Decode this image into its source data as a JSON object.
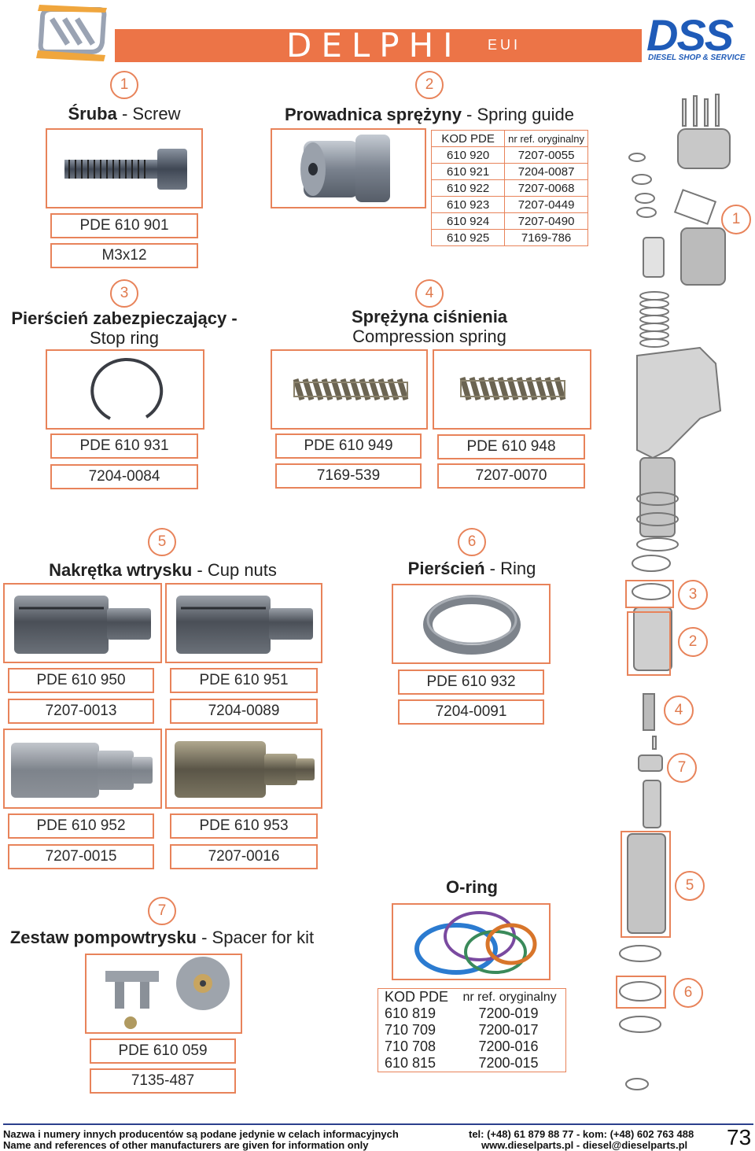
{
  "header": {
    "brand": "DELPHI",
    "subtitle": "EUI",
    "right_logo": "DSS",
    "right_logo_sub": "DIESEL SHOP & SERVICE"
  },
  "sec1": {
    "num": "1",
    "title_bold": "Śruba",
    "title_rest": " - Screw",
    "code": "PDE 610 901",
    "size": "M3x12"
  },
  "sec2": {
    "num": "2",
    "title_bold": "Prowadnica sprężyny",
    "title_rest": " - Spring guide",
    "table": {
      "headers": [
        "KOD PDE",
        "nr ref. oryginalny"
      ],
      "rows": [
        [
          "610 920",
          "7207-0055"
        ],
        [
          "610 921",
          "7204-0087"
        ],
        [
          "610 922",
          "7207-0068"
        ],
        [
          "610 923",
          "7207-0449"
        ],
        [
          "610 924",
          "7207-0490"
        ],
        [
          "610 925",
          "7169-786"
        ]
      ]
    }
  },
  "sec3": {
    "num": "3",
    "title_bold": "Pierścień zabezpieczający -",
    "title_rest": "Stop ring",
    "code": "PDE 610 931",
    "ref": "7204-0084"
  },
  "sec4": {
    "num": "4",
    "title_bold": "Sprężyna ciśnienia",
    "title_rest": "Compression spring",
    "codes": [
      "PDE 610 949",
      "PDE 610 948"
    ],
    "refs": [
      "7169-539",
      "7207-0070"
    ]
  },
  "sec5": {
    "num": "5",
    "title_bold": "Nakrętka wtrysku",
    "title_rest": " - Cup nuts",
    "codes": [
      "PDE 610 950",
      "PDE 610 951",
      "PDE 610 952",
      "PDE 610 953"
    ],
    "refs": [
      "7207-0013",
      "7204-0089",
      "7207-0015",
      "7207-0016"
    ]
  },
  "sec6": {
    "num": "6",
    "title_bold": "Pierścień",
    "title_rest": " - Ring",
    "code": "PDE 610 932",
    "ref": "7204-0091"
  },
  "sec7": {
    "num": "7",
    "title_bold": "Zestaw pompowtrysku",
    "title_rest": " - Spacer for kit",
    "code": "PDE 610 059",
    "ref": "7135-487"
  },
  "oring": {
    "title": "O-ring",
    "table": {
      "headers": [
        "KOD PDE",
        "nr ref. oryginalny"
      ],
      "rows": [
        [
          "610 819",
          "7200-019"
        ],
        [
          "710 709",
          "7200-017"
        ],
        [
          "710 708",
          "7200-016"
        ],
        [
          "610 815",
          "7200-015"
        ]
      ]
    }
  },
  "diagram": {
    "callouts": [
      "1",
      "3",
      "2",
      "4",
      "7",
      "5",
      "6"
    ]
  },
  "footer": {
    "line1": "Nazwa i numery innych producentów są podane jedynie w celach informacyjnych",
    "line2": "Name and references of other manufacturers are given for information only",
    "contact1": "tel: (+48)  61 879 88 77 - kom: (+48) 602 763 488",
    "contact2": "www.dieselparts.pl - diesel@dieselparts.pl",
    "page": "73"
  },
  "colors": {
    "accent": "#e8835a",
    "banner": "#ec7447",
    "dss_blue": "#1f5bb8"
  }
}
